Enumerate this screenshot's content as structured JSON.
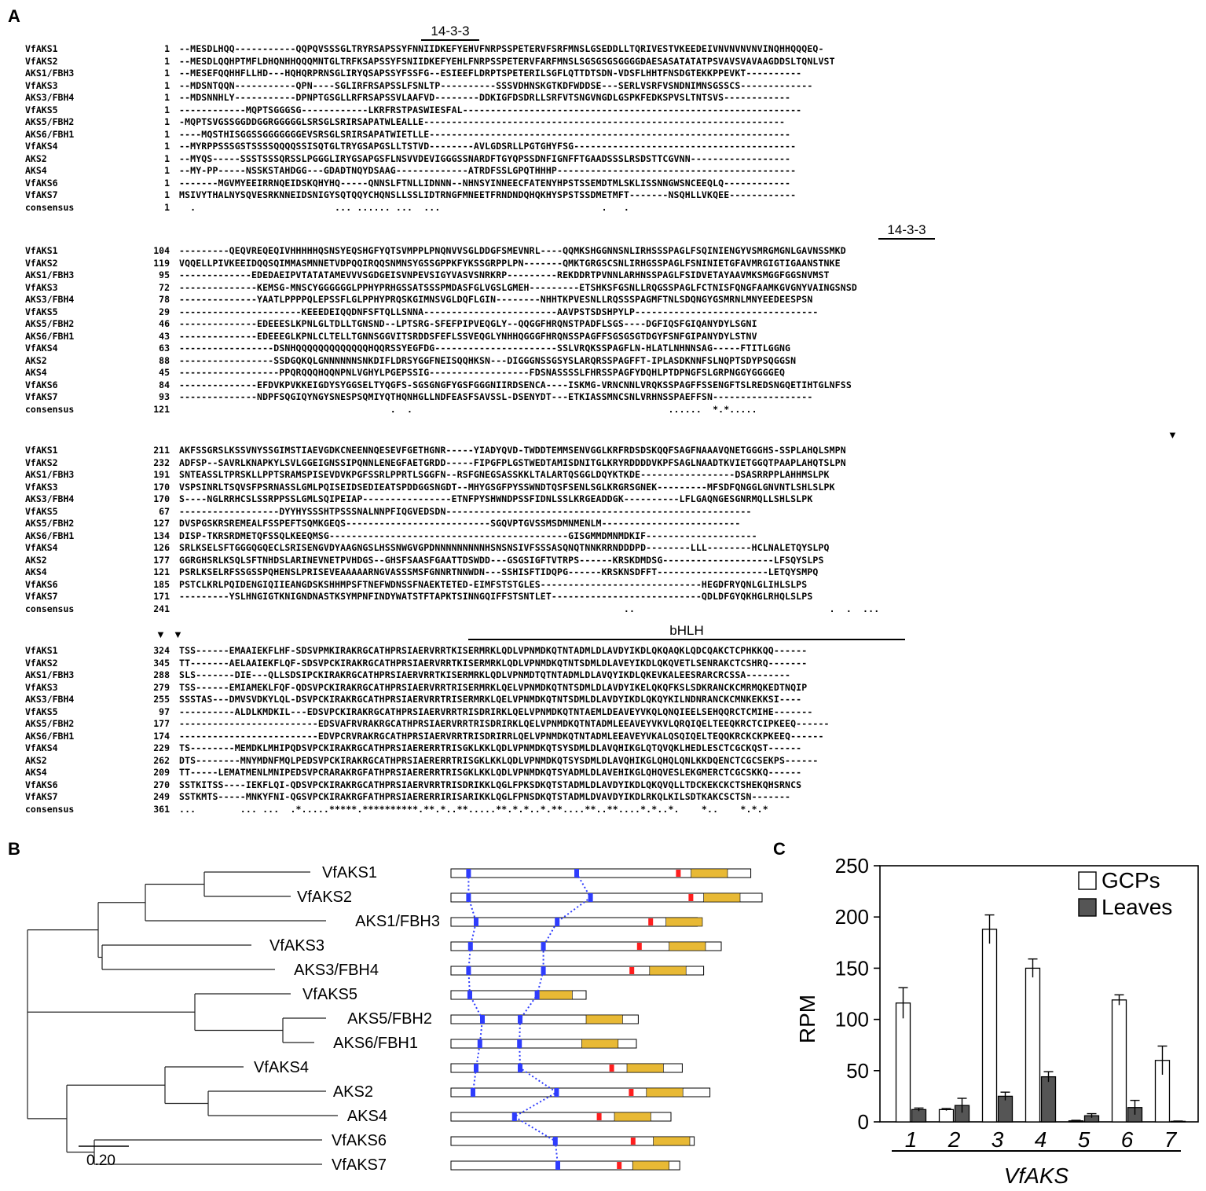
{
  "panels": {
    "a": "A",
    "b": "B",
    "c": "C"
  },
  "alignment": {
    "blocks": [
      {
        "region": "14-3-3",
        "rows": [
          {
            "name": "VfAKS1",
            "start": "1",
            "seq": "--MESDLHQQ-----------QQPQVSSSGLTRYRSAPSSYFNNIIDKEFYEHVFNRPSSPETERVFSRFMNSLGSEDDLLTQRIVESTVKEEDEIVNVNVNVNVINQHHQQQEQ-"
          },
          {
            "name": "VfAKS2",
            "start": "1",
            "seq": "--MESDLQQHPTMFLDHQNHHQQQMNTGLTRFKSAPSSYFSNIIDKEFYEHLFNRPSSPETERVFARFMNSLSGSGSGSGGGGDAESASATATATPSVAVSVAVAAGDDSLTQNLVST"
          },
          {
            "name": "AKS1/FBH3",
            "start": "1",
            "seq": "--MESEFQQHHFLLHD---HQHQRPRNSGLIRYQSAPSSYFSSFG--ESIEEFLDRPTSPETERILSGFLQTTDTSDN-VDSFLHHTFNSDGTEKKPPEVKT----------"
          },
          {
            "name": "VfAKS3",
            "start": "1",
            "seq": "--MDSNTQQN-----------QPN----SGLIRFRSAPSSLFSNLTP----------SSSVDHNSKGTKDFWDDSE---SERLVSRFVSNDNIMNSGSSCS-------------"
          },
          {
            "name": "AKS3/FBH4",
            "start": "1",
            "seq": "--MDSNNHLY-----------DPNPTGSGLLRFRSAPSSVLAAFVD--------DDKIGFDSDRLLSRFVTSNGVNGDLGSPKFEDKSPVSLTNTSVS------------"
          },
          {
            "name": "VfAKS5",
            "start": "1",
            "seq": "------------MQPTSGGGSG------------LKRFRSTPASWIESFAL-------------------------------------------------------------"
          },
          {
            "name": "AKS5/FBH2",
            "start": "1",
            "seq": "-MQPTSVGSSGGDDGGRGGGGGLSRSGLSRIRSAPATWLEALLE-----------------------------------------------------------------"
          },
          {
            "name": "AKS6/FBH1",
            "start": "1",
            "seq": "----MQSTHISGGSSGGGGGGGEVSRSGLSRIRSAPATWIETLLE-----------------------------------------------------------------"
          },
          {
            "name": "VfAKS4",
            "start": "1",
            "seq": "--MYRPPSSSGSTSSSSQQQQSSISQTGLTRYGSAPGSLLTSTVD--------AVLGDSRLLPGTGHYFSG----------------------------------------"
          },
          {
            "name": "AKS2",
            "start": "1",
            "seq": "--MYQS-----SSSTSSSQRSSLPGGGLIRYGSAPGSFLNSVVDEVIGGGSSNARDFTGYQPSSDNFIGNFFTGAADSSSLRSDSTTCGVNN------------------"
          },
          {
            "name": "AKS4",
            "start": "1",
            "seq": "--MY-PP-----NSSKSTAHDGG---GDADTNQYDSAAG-------------ATRDFSSLGPQTHHHP-------------------------------------------"
          },
          {
            "name": "VfAKS6",
            "start": "1",
            "seq": "-------MGVMYEEIRRNQEIDSKQHYHQ-----QNNSLFTNLLIDNNN--NHNSYINNEECFATENYHPSTSSEMDTMLSKLISSNNGWSNCEEQLQ------------"
          },
          {
            "name": "VfAKS7",
            "start": "1",
            "seq": "MSIVYTHALNYSQVESRKNNEIDSNIGYSQTQQYCHQNSLLSSLIDTRNGFMNEETFRNDNDQHQKHYSPSTSSDMETMFT-------NSQHLLVKQEE------------"
          },
          {
            "name": "consensus",
            "start": "1",
            "seq": "  .                         ... ...... ...  ...                             .   .                                  "
          }
        ]
      },
      {
        "region": "14-3-3",
        "rows": [
          {
            "name": "VfAKS1",
            "start": "104",
            "seq": "---------QEQVREQEQIVHHHHHQSNSYEQSHGFYQTSVMPPLPNQNVVSGLDDGFSMEVNRL----QQMKSHGGNNSNLIRHSSSPAGLFSQINIENGYVSMRGMGNLGAVNSSMKD"
          },
          {
            "name": "VfAKS2",
            "start": "119",
            "seq": "VQQELLPIVKEEIDQQSQIMMASMNNETVDPQQIRQQSNMNSYGSSGPPKFYKSSGRPPLPN-------QMKTGRGSCSNLIRHGSSPAGLFSNINIETGFAVMRGIGTIGAANSTNKE"
          },
          {
            "name": "AKS1/FBH3",
            "start": "95",
            "seq": "-------------EDEDAEIPVTATATAMEVVVSGDGEISVNPEVSIGYVASVSNRKRP---------REKDDRTPVNNLARHNSSPAGLFSIDVETAYAAVMKSMGGFGGSNVMST"
          },
          {
            "name": "VfAKS3",
            "start": "72",
            "seq": "--------------KEMSG-MNSCYGGGGGGLPPHYPRHGSSATSSSPMDASFGLVGSLGMEH---------ETSHKSFGSNLLRQGSSPAGLFCTNISFQNGFAAMKGVGNYVAINGSNSD"
          },
          {
            "name": "AKS3/FBH4",
            "start": "78",
            "seq": "--------------YAATLPPPPQLEPSSFLGLPPHYPRQSKGIMNSVGLDQFLGIN--------NHHTKPVESNLLRQSSSPAGMFTNLSDQNGYGSMRNLMNYEEDEESPSN"
          },
          {
            "name": "VfAKS5",
            "start": "29",
            "seq": "----------------------KEEEDEIQQDNFSFTQLLSNNA------------------------AAVPSTSDSHPYLP---------------------------------"
          },
          {
            "name": "AKS5/FBH2",
            "start": "46",
            "seq": "--------------EDEEESLKPNLGLTDLLTGNSND--LPTSRG-SFEFPIPVEQGLY--QQGGFHRQNSTPADFLSGS----DGFIQSFGIQANYDYLSGNI"
          },
          {
            "name": "AKS6/FBH1",
            "start": "43",
            "seq": "--------------EDEEEGLKPNLCLTELLTGNNSGGVITSRDDSFEFLSSVEQGLYNHHQGGGFHRQNSSPAGFFSGSGSGTDGYFSNFGIPANYDYLSTNV"
          },
          {
            "name": "VfAKS4",
            "start": "63",
            "seq": "-----------------DSNHQQQQQQQQQQQQQHQQRSSYEGFDG----------------------SSLVRQKSSPAGFLN-HLATLNHNNSAG-----FTITLGGNG"
          },
          {
            "name": "AKS2",
            "start": "88",
            "seq": "-----------------SSDGQKQLGNNNNNNSNKDIFLDRSYGGFNEISQQHKSN---DIGGGNSSGSYSLARQRSSPAGFFT-IPLASDKNNFSLNQPTSDYPSQGGSN"
          },
          {
            "name": "AKS4",
            "start": "45",
            "seq": "------------------PPQRQQQHQQNPNLVGHYLPGEPSSIG------------------FDSNASSSSLFHRSSPAGFYDQHLPTDPNGFSLGRPNGGYGGGGEQ"
          },
          {
            "name": "VfAKS6",
            "start": "84",
            "seq": "--------------EFDVKPVKKEIGDYSYGGSELTYQGFS-SGSGNGFYGSFGGGNIIRDSENCA----ISKMG-VRNCNNLVRQKSSPAGFFSSENGFTSLREDSNGQETIHTGLNFSS"
          },
          {
            "name": "VfAKS7",
            "start": "93",
            "seq": "--------------NDPFSQGIQYNGYSNESPSQMIYQTHQNHGLLNDFEASFSAVSSL-DSENYDT---ETKIASSMNCSNLVRHNSSPAEFFSN------------------"
          },
          {
            "name": "consensus",
            "start": "121",
            "seq": "                                      .  .                                              ......  *.*.....              "
          }
        ]
      },
      {
        "region": "",
        "rows": [
          {
            "name": "VfAKS1",
            "start": "211",
            "seq": "AKFSSGRSLKSSVNYSSGIMSTIAEVGDKCNEENNQESEVFGETHGNR-----YIADYQVD-TWDDTEMMSENVGGLKRFRDSDSKQQFSAGFNAAAVQNETGGGHS-SSPLAHQLSMPN"
          },
          {
            "name": "VfAKS2",
            "start": "232",
            "seq": "ADFSP--SAVRLKNAPKYLSVLGGEIGNSSIPQNNLENEGFAETGRDD-----FIPGFPLGSTWEDTAMISDNITGLKRYRDDDDVKPFSAGLNAADTKVIETGGQTPAAPLAHQTSLPN"
          },
          {
            "name": "AKS1/FBH3",
            "start": "191",
            "seq": "SNTEASSLTPRSKLLPPTSRAMSPISEVDVKPGFSSRLPPRTLSGGFN--RSFGNEGSASSKKLTALARTQSGGLDQYKTKDE-----------------DSASRRPPLAHHMSLPK"
          },
          {
            "name": "VfAKS3",
            "start": "170",
            "seq": "VSPSINRLTSQVSFPSRNASSLGMLPQISEIDSEDIEATSPDDGGSNGDT--MHYGSGFPYSSWNDTQSFSENLSGLKRGRSGNEK---------MFSDFQNGGLGNVNTLSHLSLPK"
          },
          {
            "name": "AKS3/FBH4",
            "start": "170",
            "seq": "S----NGLRRHCSLSSRPPSSLGMLSQIPEIAP----------------ETNFPYSHWNDPSSFIDNLSSLKRGEADDGK----------LFLGAQNGESGNRMQLLSHLSLPK"
          },
          {
            "name": "VfAKS5",
            "start": "67",
            "seq": "------------------DYYHYSSSHTPSSSNALNNPFIQGVEDSDN-------------------------------------------------------"
          },
          {
            "name": "AKS5/FBH2",
            "start": "127",
            "seq": "DVSPGSKRSREMEALFSSPEFTSQMKGEQS--------------------------SGQVPTGVSSMSDMNMENLM-------------------------"
          },
          {
            "name": "AKS6/FBH1",
            "start": "134",
            "seq": "DISP-TKRSRDMETQFSSQLKEEQMSG-------------------------------------------GISGMMDMNMDKIF--------------------"
          },
          {
            "name": "VfAKS4",
            "start": "126",
            "seq": "SRLKSELSFTGGGQGQECLSRISENGVDYAAGNGSLHSSNWGVGPDNNNNNNNNNHSNSNSIVFSSSASQNQTNNKRRNDDDPD--------LLL--------HCLNALETQYSLPQ"
          },
          {
            "name": "AKS2",
            "start": "177",
            "seq": "GGRGHSRLKSQLSFTNHDSLARINEVNETPVHDGS--GHSFSAASFGAATTDSWDD---GSGSIGFTVTRPS------KRSKDMDSG--------------------LFSQYSLPS"
          },
          {
            "name": "AKS4",
            "start": "121",
            "seq": "PSRLKSELRFSSGSSPQHENSLPRISEVEAAAAARNGVASSSMSFGNNRTNNWDN---SSHISFTIDQPG------KRSKNSDFFT--------------------LETQYSMPQ"
          },
          {
            "name": "VfAKS6",
            "start": "185",
            "seq": "PSTCLKRLPQIDENGIQIIEANGDSKSHHMPSFTNEFWDNSSFNAEKTETED-EIMFSTSTGLES-----------------------------HEGDFRYQNLGLIHLSLPS"
          },
          {
            "name": "VfAKS7",
            "start": "171",
            "seq": "---------YSLHNGIGTKNIGNDNASTKSYMPNFINDYWATSTFTAPKTSINNGQIFFSTSNTLET---------------------------QDLDFGYQKHGLRHQLSLPS"
          },
          {
            "name": "consensus",
            "start": "241",
            "seq": "                                                                                ..                                   .  .  ..."
          }
        ]
      },
      {
        "region": "bHLH",
        "rows": [
          {
            "name": "VfAKS1",
            "start": "324",
            "seq": "TSS------EMAAIEKFLHF-SDSVPMKIRAKRGCATHPRSIAERVRRTKISERMRKLQDLVPNMDKQTNTADMLDLAVDYIKDLQKQAQKLQDCQAKCTCPHKKQQ------"
          },
          {
            "name": "VfAKS2",
            "start": "345",
            "seq": "TT-------AELAAIEKFLQF-SDSVPCKIRAKRGCATHPRSIAERVRRTKISERMRKLQDLVPNMDKQTNTSDMLDLAVEYIKDLQKQVETLSENRAKCTCSHRQ-------"
          },
          {
            "name": "AKS1/FBH3",
            "start": "288",
            "seq": "SLS-------DIE---QLLSDSIPCKIRAKRGCATHPRSIAERVRRTKISERMRKLQDLVPNMDTQTNTADMLDLAVQYIKDLQKEVKALEESRARCRCSSA--------"
          },
          {
            "name": "VfAKS3",
            "start": "279",
            "seq": "TSS------EMIAMEKLFQF-QDSVPCKIRAKRGCATHPRSIAERVRRTRISERMRKLQELVPNMDKQTNTSDMLDLAVDYIKELQKQFKSLSDKRANCKCMRMQKEDTNQIP"
          },
          {
            "name": "AKS3/FBH4",
            "start": "255",
            "seq": "SSSTAS---DMVSVDKYLQL-DSVPCKIRAKRGCATHPRSIAERVRRTRISERMRKLQELVPNMDKQTNTSDMLDLAVDYIKDLQKQYKILNDNRANCKCMNKEKKSI----"
          },
          {
            "name": "VfAKS5",
            "start": "97",
            "seq": "----------ALDLKMDKIL---EDSVPCKIRAKRGCATHPRSIAERVRRTRISDRIRKLQELVPNMDKQTNTAEMLDEAVEYVKQLQNQIEELSEHQQRCTCMIHE-------"
          },
          {
            "name": "AKS5/FBH2",
            "start": "177",
            "seq": "-------------------------EDSVAFRVRAKRGCATHPRSIAERVRRTRISDRIRKLQELVPNMDKQTNTADMLEEAVEYVKVLQRQIQELTEEQKRCTCIPKEEQ------"
          },
          {
            "name": "AKS6/FBH1",
            "start": "174",
            "seq": "-------------------------EDVPCRVRAKRGCATHPRSIAERVRRTRISDRIRRLQELVPNMDKQTNTADMLEEAVEYVKALQSQIQELTEQQKRCKCKPKEEQ------"
          },
          {
            "name": "VfAKS4",
            "start": "229",
            "seq": "TS--------MEMDKLMHIPQDSVPCKIRAKRGCATHPRSIAERERRTRISGKLKKLQDLVPNMDKQTSYSDMLDLAVQHIKGLQTQVQKLHEDLESCTCGCKQST------"
          },
          {
            "name": "AKS2",
            "start": "262",
            "seq": "DTS--------MNYMDNFMQLPEDSVPCKIRAKRGCATHPRSIAERERRTRISGKLKKLQDLVPNMDKQTSYSDMLDLAVQHIKGLQHQLQNLKKDQENCTCGCSEKPS------"
          },
          {
            "name": "AKS4",
            "start": "209",
            "seq": "TT-----LEMATMENLMNIPEDSVPCRARAKRGFATHPRSIAERERRTRISGKLKKLQDLVPNMDKQTSYADMLDLAVEHIKGLQHQVESLEKGMERCTCGCSKKQ------"
          },
          {
            "name": "VfAKS6",
            "start": "270",
            "seq": "SSTKITSS----IEKFLQI-QDSVPCKIRAKRGCATHPRSIAERVRRTRISDRIKKLQGLFPKSDKQTSTADMLDLAVDYIKDLQKQVQLLTDCKEKCKCTSHEKQHSRNCS"
          },
          {
            "name": "VfAKS7",
            "start": "249",
            "seq": "SSTKMTS-----MNKYFNI-QGSVPCKIRAKRGFATHPRSIAERERRIRISARIKKLQGLFPNSDKQTSTADMLDVAVDYIKDLRKQLKILSDTKAKCSCTSN-------"
          },
          {
            "name": "consensus",
            "start": "361",
            "seq": "...        ... ...  .*.....*****.**********.**.*..**.....**.*.*..*.**....**..**....*.*..*.    *..    *.*.*"
          }
        ]
      }
    ]
  },
  "tree": {
    "scale_label": "0.20",
    "taxa": [
      "VfAKS1",
      "VfAKS2",
      "AKS1/FBH3",
      "VfAKS3",
      "AKS3/FBH4",
      "VfAKS5",
      "AKS5/FBH2",
      "AKS6/FBH1",
      "VfAKS4",
      "AKS2",
      "AKS4",
      "VfAKS6",
      "VfAKS7"
    ]
  },
  "domains": {
    "colors": {
      "box": "#ffffff",
      "border": "#000000",
      "motif": "#2f3dfd",
      "red": "#ff1e1e",
      "bhlh": "#e8b935"
    },
    "proteins": [
      {
        "name": "VfAKS1",
        "length": 477,
        "motifs": [
          28,
          200
        ],
        "red": 358,
        "bhlh": [
          382,
          440
        ]
      },
      {
        "name": "VfAKS2",
        "length": 495,
        "motifs": [
          28,
          222
        ],
        "red": 378,
        "bhlh": [
          402,
          460
        ]
      },
      {
        "name": "AKS1/FBH3",
        "length": 392,
        "motifs": [
          40,
          169
        ],
        "red": 314,
        "bhlh": [
          342,
          400
        ]
      },
      {
        "name": "VfAKS3",
        "length": 430,
        "motifs": [
          31,
          147
        ],
        "red": 296,
        "bhlh": [
          347,
          405
        ]
      },
      {
        "name": "AKS3/FBH4",
        "length": 402,
        "motifs": [
          28,
          147
        ],
        "red": 284,
        "bhlh": [
          316,
          374
        ]
      },
      {
        "name": "VfAKS5",
        "length": 215,
        "motifs": [
          30,
          137
        ],
        "red": null,
        "bhlh": [
          135,
          193
        ]
      },
      {
        "name": "AKS5/FBH2",
        "length": 298,
        "motifs": [
          50,
          110
        ],
        "red": null,
        "bhlh": [
          215,
          273
        ]
      },
      {
        "name": "AKS6/FBH1",
        "length": 295,
        "motifs": [
          46,
          109
        ],
        "red": null,
        "bhlh": [
          208,
          266
        ]
      },
      {
        "name": "VfAKS4",
        "length": 368,
        "motifs": [
          40,
          110
        ],
        "red": 252,
        "bhlh": [
          280,
          338
        ]
      },
      {
        "name": "AKS2",
        "length": 412,
        "motifs": [
          35,
          168
        ],
        "red": 283,
        "bhlh": [
          311,
          369
        ]
      },
      {
        "name": "AKS4",
        "length": 350,
        "motifs": [
          101
        ],
        "red": 232,
        "bhlh": [
          260,
          318
        ]
      },
      {
        "name": "VfAKS6",
        "length": 387,
        "motifs": [
          166
        ],
        "red": 286,
        "bhlh": [
          322,
          380
        ]
      },
      {
        "name": "VfAKS7",
        "length": 364,
        "motifs": [
          170
        ],
        "red": 264,
        "bhlh": [
          289,
          347
        ]
      }
    ]
  },
  "chart_data": {
    "type": "bar",
    "categories": [
      "1",
      "2",
      "3",
      "4",
      "5",
      "6",
      "7"
    ],
    "xlabel": "VfAKS",
    "ylabel": "RPM",
    "ylim": [
      0,
      250
    ],
    "yticks": [
      0,
      50,
      100,
      150,
      200,
      250
    ],
    "legend_position": "top-right",
    "series": [
      {
        "name": "GCPs",
        "color": "#ffffff",
        "values": [
          116,
          12,
          188,
          150,
          1,
          119,
          60
        ],
        "errors": [
          15,
          1,
          14,
          9,
          0.5,
          5,
          14
        ]
      },
      {
        "name": "Leaves",
        "color": "#555555",
        "values": [
          12,
          16,
          25,
          44,
          6,
          14,
          0.5
        ],
        "errors": [
          1.5,
          7,
          4,
          5,
          2,
          7,
          0.3
        ]
      }
    ]
  }
}
